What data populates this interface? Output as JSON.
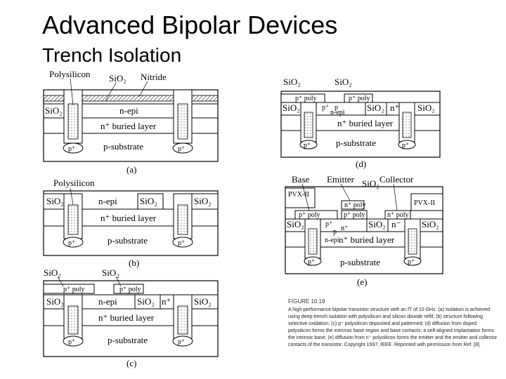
{
  "slide": {
    "title": "Advanced Bipolar Devices",
    "subtitle": "Trench Isolation"
  },
  "figure": {
    "a": {
      "panel_label": "(a)",
      "polysilicon": "Polysilicon",
      "sio2_top": "SiO₂",
      "nitride": "Nitride",
      "sio2_left": "SiO₂",
      "n_epi": "n-epi",
      "buried": "n⁺ buried layer",
      "substrate": "p-substrate",
      "p_plus_left": "p⁺",
      "p_plus_right": "p⁺"
    },
    "b": {
      "panel_label": "(b)",
      "polysilicon": "Polysilicon",
      "sio2_left": "SiO₂",
      "n_epi": "n-epi",
      "sio2_mid": "SiO₂",
      "sio2_right": "SiO₂",
      "buried": "n⁺ buried layer",
      "substrate": "p-substrate",
      "p_plus_left": "p⁺",
      "p_plus_right": "p⁺"
    },
    "c": {
      "panel_label": "(c)",
      "sio2_top1": "SiO₂",
      "sio2_top2": "SiO₂",
      "poly1": "p⁺ poly",
      "poly2": "p⁺ poly",
      "sio2_left": "SiO₂",
      "n_epi": "n-epi",
      "sio2_mid": "SiO₂",
      "n_plus": "n⁺",
      "sio2_right": "SiO₂",
      "buried": "n⁺ buried layer",
      "substrate": "p-substrate",
      "p_plus_left": "p⁺",
      "p_plus_right": "p⁺"
    },
    "d": {
      "panel_label": "(d)",
      "sio2_top1": "SiO₂",
      "sio2_top2": "SiO₂",
      "poly1": "p⁺ poly",
      "poly2": "p⁺ poly",
      "sio2_left": "SiO₂",
      "p_plus": "p⁺",
      "p": "p",
      "n_epi": "n-epi",
      "sio2_mid": "SiO₂",
      "n_plus": "n⁺",
      "sio2_right": "SiO₂",
      "buried": "n⁺ buried layer",
      "substrate": "p-substrate",
      "p_plus_left": "p⁺",
      "p_plus_right": "p⁺"
    },
    "e": {
      "panel_label": "(e)",
      "base": "Base",
      "emitter": "Emitter",
      "sio2_top": "SiO₂",
      "collector": "Collector",
      "pvx_left": "PVX-II",
      "pvx_right": "PVX-II",
      "n_poly": "n⁺ poly",
      "poly1": "p⁺ poly",
      "poly2": "p⁺ poly",
      "poly3": "n⁺ poly",
      "sio2_left": "SiO₂",
      "p_plus": "p⁺",
      "p": "p",
      "n_plus_em": "n⁺",
      "n_epi": "n-epi",
      "sio2_mid": "SiO₂",
      "n_minus": "n⁻",
      "sio2_right": "SiO₂",
      "buried": "n⁺ buried layer",
      "substrate": "p-substrate",
      "p_plus_left": "p⁺",
      "p_plus_right": "p⁺"
    },
    "caption": {
      "heading": "FIGURE 10.19",
      "text": "A high-performance bipolar transistor structure with an fT of 10 GHz. (a) Isolation is achieved using deep-trench isolation with polysilicon and silicon dioxide refill; (b) structure following selective oxidation; (c) p⁺ polysilicon deposited and patterned; (d) diffusion from doped polysilicon forms the extrinsic base region and base contacts; a self-aligned implantation forms the intrinsic base; (e) diffusion from n⁺ polysilicon forms the emitter and the emitter and collector contacts of the transistor. Copyright 1997, IEEE. Reprinted with permission from Ref. [8]."
    }
  }
}
